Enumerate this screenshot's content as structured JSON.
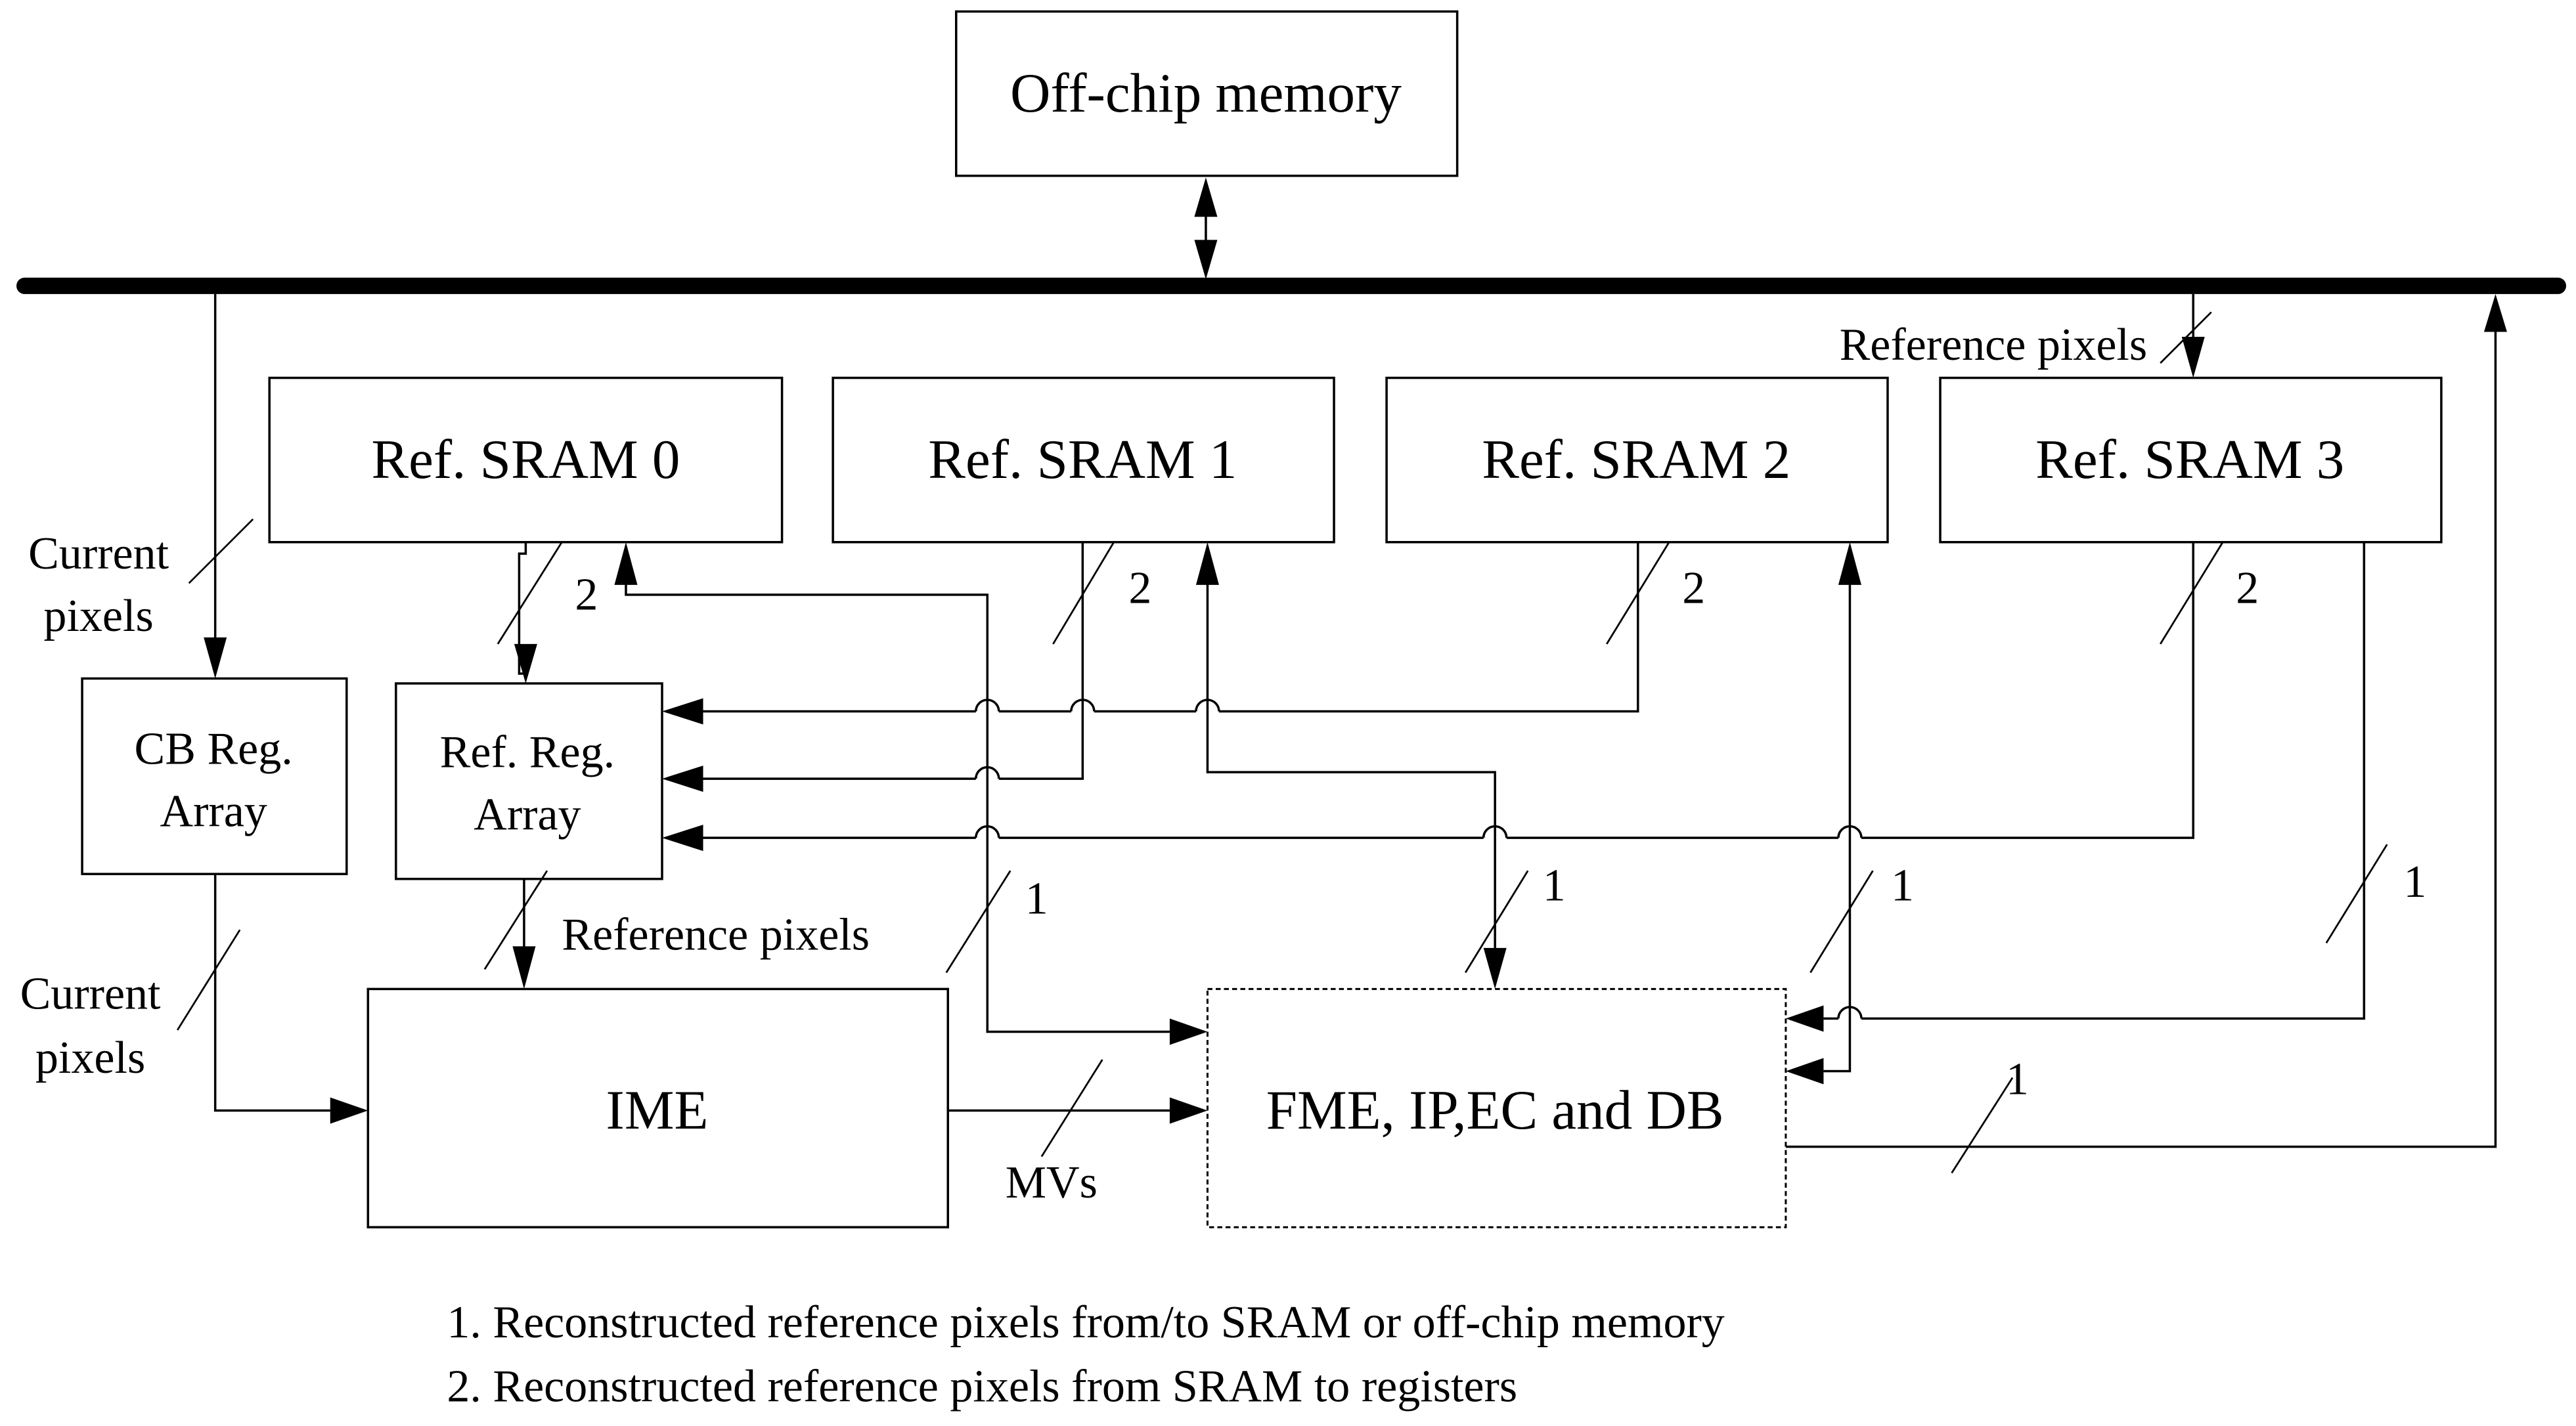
{
  "diagram": {
    "blocks": {
      "offchip": "Off-chip memory",
      "sram0": "Ref. SRAM 0",
      "sram1": "Ref. SRAM 1",
      "sram2": "Ref. SRAM 2",
      "sram3": "Ref. SRAM 3",
      "cb_reg_line1": "CB Reg.",
      "cb_reg_line2": "Array",
      "ref_reg_line1": "Ref. Reg.",
      "ref_reg_line2": "Array",
      "ime": "IME",
      "fme": "FME, IP,EC and DB"
    },
    "labels": {
      "reference_pixels_top": "Reference pixels",
      "current_pixels_top_1": "Current",
      "current_pixels_top_2": "pixels",
      "current_pixels_bottom_1": "Current",
      "current_pixels_bottom_2": "pixels",
      "reference_pixels_mid": "Reference pixels",
      "mvs": "MVs",
      "bus_type_1": "1",
      "bus_type_2": "2"
    },
    "legend": [
      "1. Reconstructed reference pixels from/to SRAM or off-chip memory",
      "2. Reconstructed reference pixels from SRAM to registers"
    ]
  }
}
